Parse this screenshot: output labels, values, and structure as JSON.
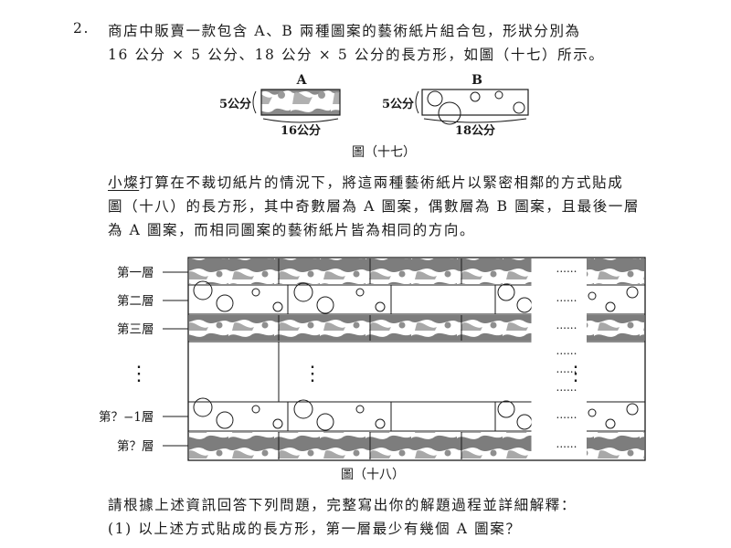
{
  "problem": {
    "number": "2.",
    "line1": "商店中販賣一款包含 A、B 兩種圖案的藝術紙片組合包，形狀分別為",
    "line2": "16 公分 × 5 公分、18 公分 × 5 公分的長方形，如圖（十七）所示。",
    "para2_name": "小燦",
    "para2_line1_rest": "打算在不裁切紙片的情況下，將這兩種藝術紙片以緊密相鄰的方式貼成",
    "para2_line2": "圖（十八）的長方形，其中奇數層為 A 圖案，偶數層為 B 圖案，且最後一層",
    "para2_line3": "為 A 圖案，而相同圖案的藝術紙片皆為相同的方向。",
    "instructions": "請根據上述資訊回答下列問題，完整寫出你的解題過程並詳細解釋：",
    "question1": "(1) 以上述方式貼成的長方形，第一層最少有幾個 A 圖案？"
  },
  "figure17": {
    "label_a": "A",
    "label_b": "B",
    "height_a": "5公分",
    "width_a": "16公分",
    "height_b": "5公分",
    "width_b": "18公分",
    "caption": "圖（十七）"
  },
  "figure18": {
    "rows": [
      "第一層",
      "第二層",
      "第三層",
      "第？−1層",
      "第？層"
    ],
    "vdots": "⋮",
    "dots": "......",
    "caption": "圖（十八）"
  },
  "colors": {
    "ink": "#1a1a1a",
    "pattern": "#7a7a7a",
    "pattern_light": "#a9a9a9"
  }
}
